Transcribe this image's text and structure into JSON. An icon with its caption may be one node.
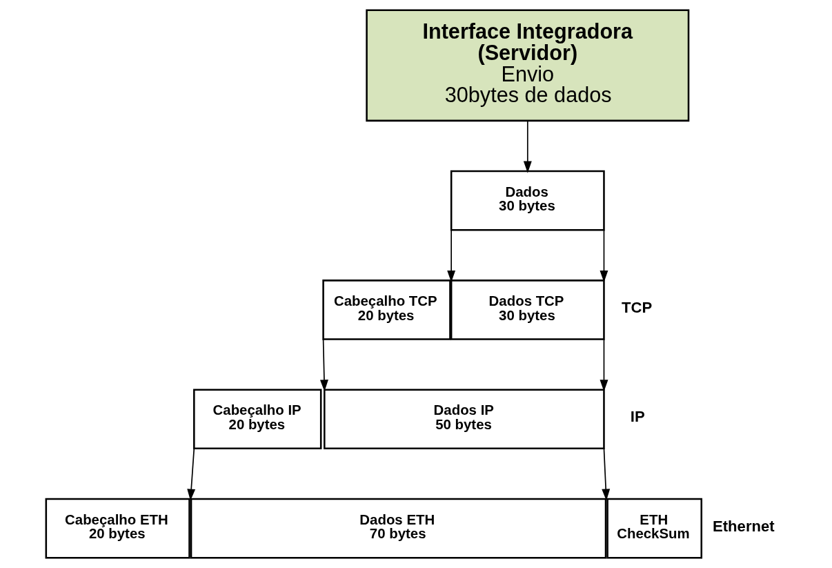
{
  "diagram": {
    "nodes": [
      {
        "text": [
          "Interface Integradora (Servidor)",
          "Envio 30bytes de dados"
        ]
      },
      {
        "text": [
          "Dados 30 bytes"
        ]
      },
      {
        "text": [
          "Cabeçalho TCP 20 bytes"
        ]
      },
      {
        "text": [
          "Dados TCP 30 bytes"
        ]
      },
      {
        "text": [
          "Cabeçalho IP 20 bytes"
        ]
      },
      {
        "text": [
          "Dados IP 50 bytes"
        ]
      },
      {
        "text": [
          "Cabeçalho ETH 20 bytes"
        ]
      },
      {
        "text": [
          "Dados ETH 70 bytes"
        ]
      },
      {
        "text": [
          "ETH CheckSum"
        ]
      }
    ],
    "edges": [
      {
        "from": 0,
        "to": 1,
        "arrow": "to"
      },
      {
        "from": 1,
        "to": 3,
        "arrow": "to"
      },
      {
        "from": 1,
        "to": 3,
        "arrow": "to"
      },
      {
        "from": 2,
        "to": 5,
        "arrow": "to"
      },
      {
        "from": 3,
        "to": 5,
        "arrow": "to"
      },
      {
        "from": 4,
        "to": 7,
        "arrow": "to"
      },
      {
        "from": 5,
        "to": 7,
        "arrow": "to"
      }
    ],
    "labels": [
      "TCP",
      "IP",
      "Ethernet"
    ]
  }
}
